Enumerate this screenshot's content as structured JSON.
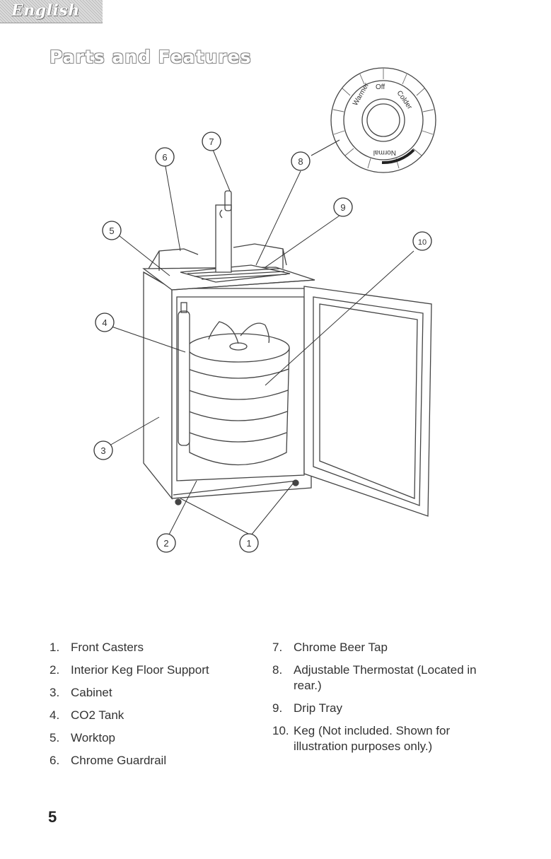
{
  "header": {
    "language_tab": "English",
    "title": "Parts and Features"
  },
  "thermostat": {
    "dial_labels": [
      "Warmer",
      "Off",
      "Colder",
      "Normal"
    ]
  },
  "callouts": [
    "1",
    "2",
    "3",
    "4",
    "5",
    "6",
    "7",
    "8",
    "9",
    "10"
  ],
  "parts_left": [
    {
      "num": "1.",
      "label": "Front Casters"
    },
    {
      "num": "2.",
      "label": "Interior Keg Floor Support"
    },
    {
      "num": "3.",
      "label": "Cabinet"
    },
    {
      "num": "4.",
      "label": "CO2 Tank"
    },
    {
      "num": "5.",
      "label": "Worktop"
    },
    {
      "num": "6.",
      "label": "Chrome Guardrail"
    }
  ],
  "parts_right": [
    {
      "num": "7.",
      "label": "Chrome Beer Tap"
    },
    {
      "num": "8.",
      "label": "Adjustable Thermostat (Located in rear.)"
    },
    {
      "num": "9.",
      "label": "Drip Tray"
    },
    {
      "num": "10.",
      "label": "Keg (Not included. Shown for illustration purposes only.)"
    }
  ],
  "footer": {
    "page_number": "5"
  }
}
